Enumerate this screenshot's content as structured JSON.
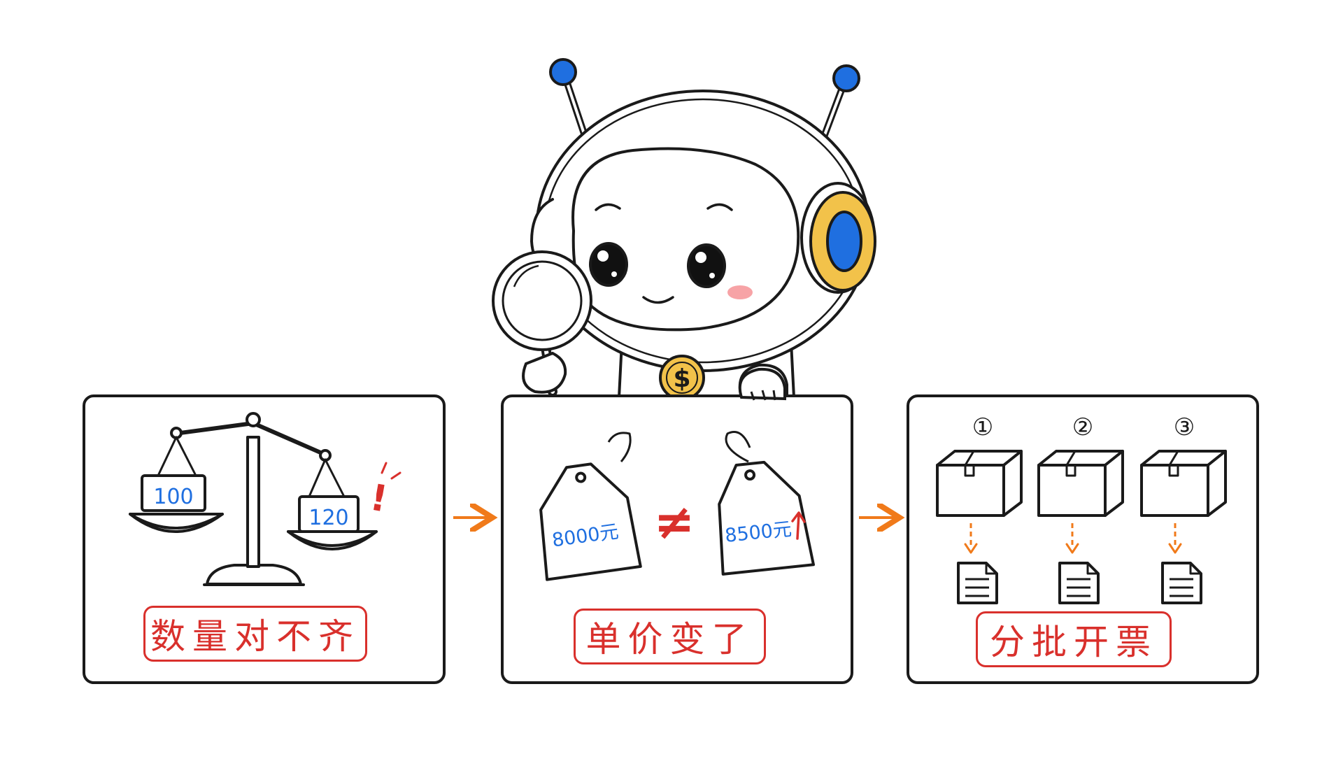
{
  "colors": {
    "outline": "#1a1a1a",
    "blue": "#1f6fe0",
    "red": "#d9302c",
    "orange": "#f07a1a",
    "gold": "#f2c24a",
    "blush": "#f7a3a6"
  },
  "panels": [
    {
      "label": "数量对不齐",
      "left_weight": "100",
      "right_weight": "120",
      "alert": "!"
    },
    {
      "label": "单价变了",
      "tag_left": "8000元",
      "tag_right": "8500元",
      "compare_symbol": "≠"
    },
    {
      "label": "分批开票",
      "steps": [
        "①",
        "②",
        "③"
      ]
    }
  ],
  "robot": {
    "coin_symbol": "$"
  },
  "icons": [
    "robot-mascot-icon",
    "magnifying-glass-icon",
    "balance-scale-icon",
    "price-tag-icon",
    "box-icon",
    "document-icon",
    "arrow-right-icon",
    "arrow-down-icon",
    "coin-icon"
  ]
}
